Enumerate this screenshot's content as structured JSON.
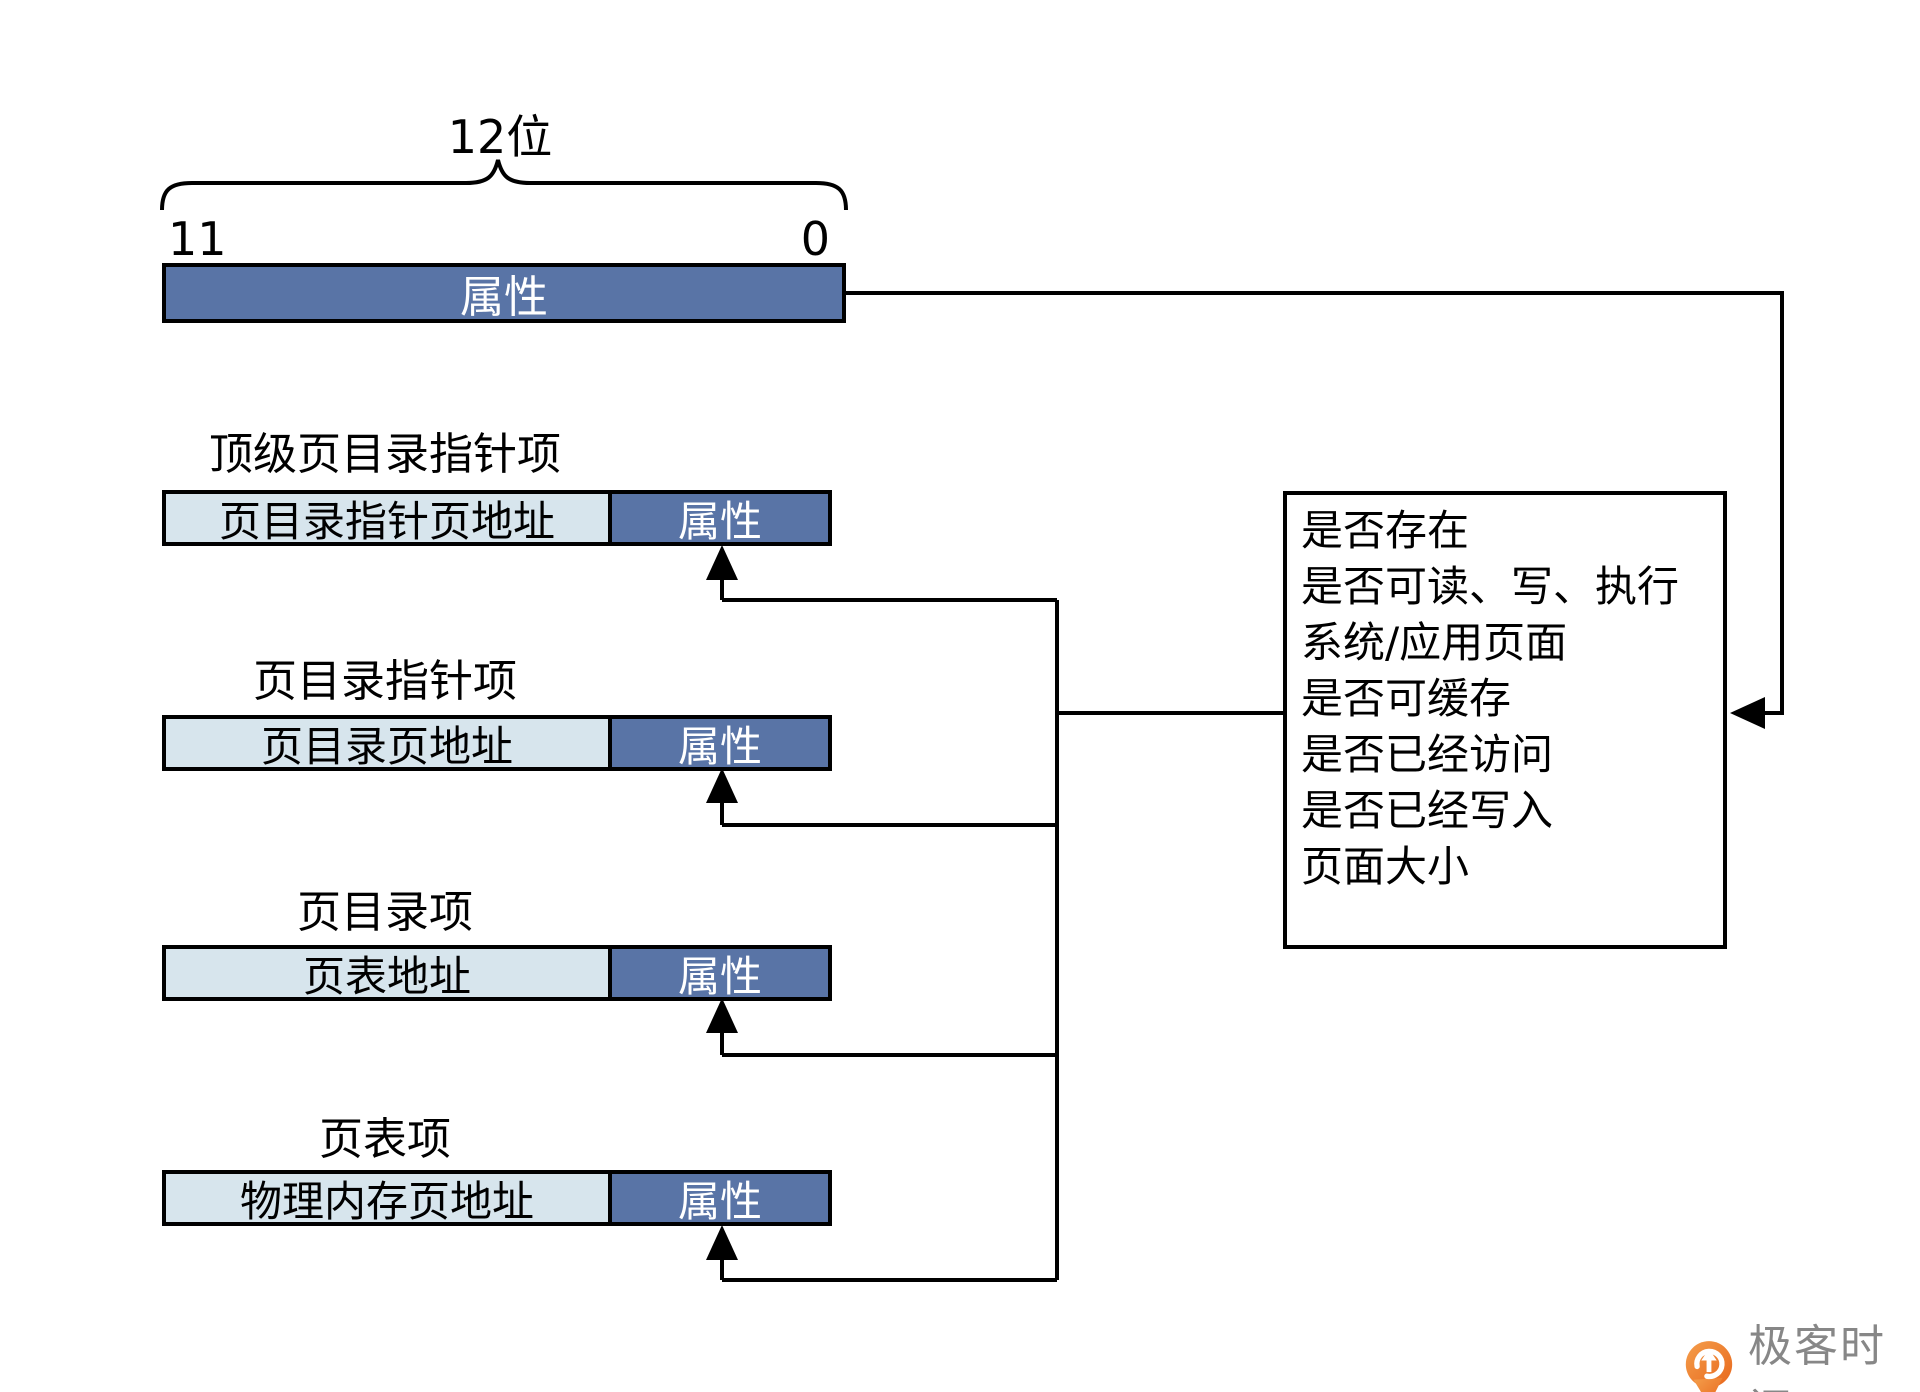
{
  "bits": {
    "width_label": "12位",
    "high_bit": "11",
    "low_bit": "0"
  },
  "top_bar": {
    "label": "属性"
  },
  "entries": [
    {
      "name": "顶级页目录指针项",
      "address": "页目录指针页地址",
      "attr": "属性"
    },
    {
      "name": "页目录指针项",
      "address": "页目录页地址",
      "attr": "属性"
    },
    {
      "name": "页目录项",
      "address": "页表地址",
      "attr": "属性"
    },
    {
      "name": "页表项",
      "address": "物理内存页地址",
      "attr": "属性"
    }
  ],
  "attribute_box": {
    "lines": [
      "是否存在",
      "是否可读、写、执行",
      "系统/应用页面",
      "是否可缓存",
      "是否已经访问",
      "是否已经写入",
      "页面大小"
    ]
  },
  "logo": {
    "icon": "geektime-pin-icon",
    "text": "极客时间"
  },
  "colors": {
    "attr_dark_blue": "#5974A6",
    "address_light_blue": "#D7E5ED",
    "line_black": "#000000",
    "logo_orange_light": "#F49E4C",
    "logo_orange_dark": "#E8671B",
    "logo_text_gray": "#878787"
  }
}
